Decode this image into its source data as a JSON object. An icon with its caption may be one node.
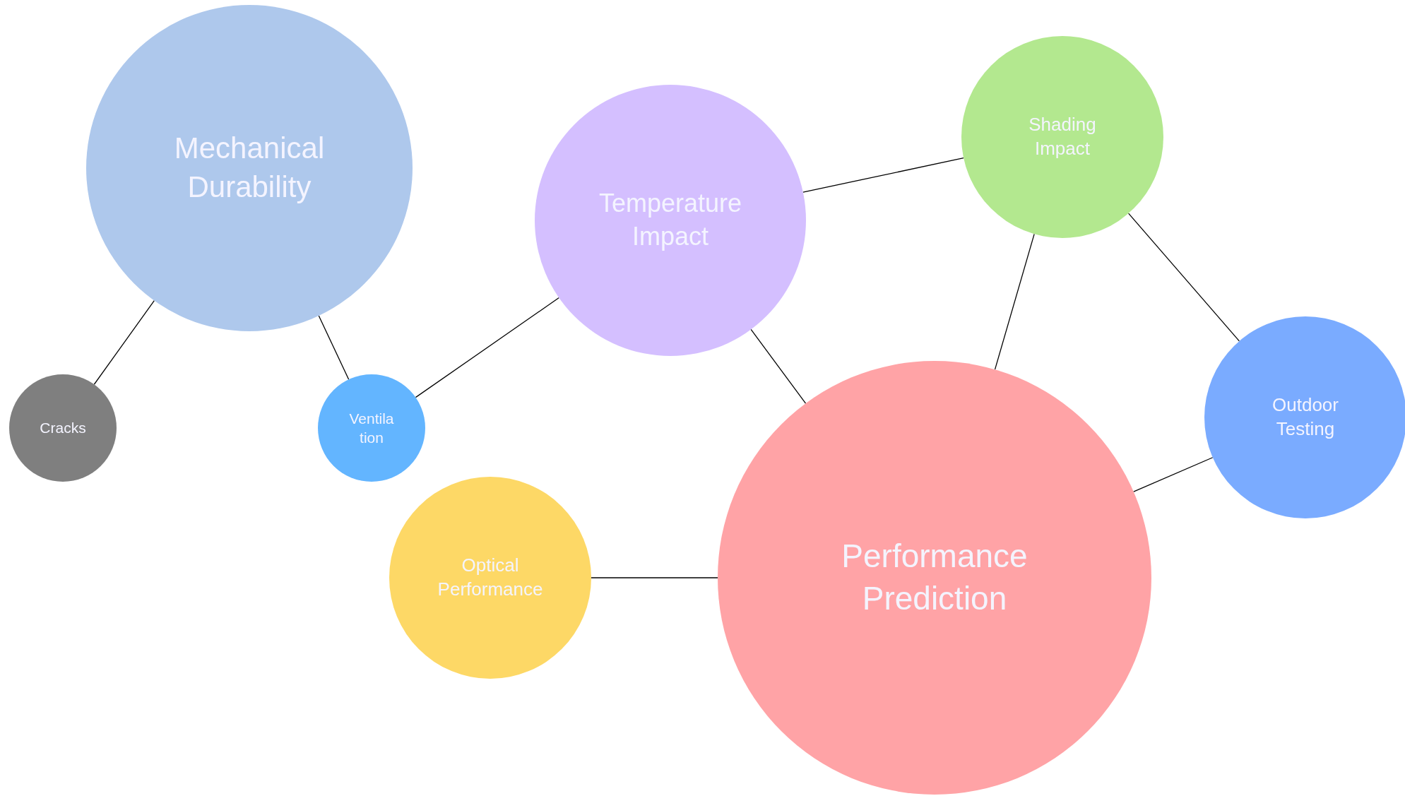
{
  "diagram": {
    "nodes": [
      {
        "text": [
          "Mechanical Durability"
        ]
      },
      {
        "text": [
          "Temperature Impact"
        ]
      },
      {
        "text": [
          "Shading Impact"
        ]
      },
      {
        "text": [
          "Cracks"
        ]
      },
      {
        "text": [
          "Ventila tion"
        ]
      },
      {
        "text": [
          "Outdoor Testing"
        ]
      },
      {
        "text": [
          "Optical Performance"
        ]
      },
      {
        "text": [
          "Performance Prediction"
        ]
      }
    ],
    "edges": [
      {
        "from": 0,
        "to": 3,
        "arrow": "none"
      },
      {
        "from": 0,
        "to": 4,
        "arrow": "none"
      },
      {
        "from": 4,
        "to": 1,
        "arrow": "none"
      },
      {
        "from": 1,
        "to": 2,
        "arrow": "none"
      },
      {
        "from": 1,
        "to": 7,
        "arrow": "none"
      },
      {
        "from": 2,
        "to": 7,
        "arrow": "none"
      },
      {
        "from": 2,
        "to": 5,
        "arrow": "none"
      },
      {
        "from": 5,
        "to": 7,
        "arrow": "none"
      },
      {
        "from": 6,
        "to": 7,
        "arrow": "none"
      }
    ]
  }
}
